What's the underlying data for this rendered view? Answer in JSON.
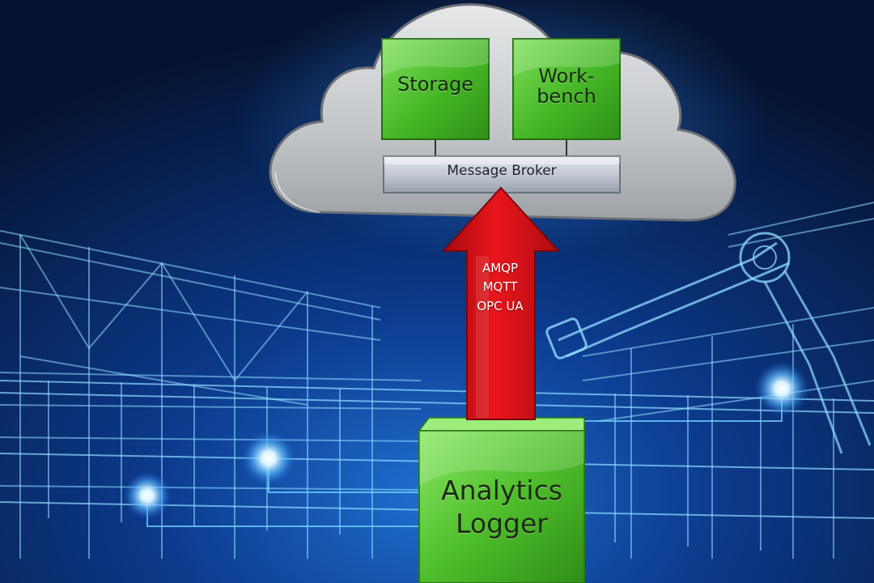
{
  "diagram": {
    "cloud": {
      "storage_label": "Storage",
      "workbench_label": "Work-\nbench",
      "broker_label": "Message Broker"
    },
    "arrow": {
      "protocols_label": "AMQP\nMQTT\nOPC UA"
    },
    "logger": {
      "label": "Analytics\nLogger"
    }
  },
  "colors": {
    "background": "#0a2a6e",
    "cloud": "#c8cacc",
    "module_green": "#4cbf2a",
    "arrow_red": "#d8141a",
    "broker_bar": "#c9ced6",
    "wireframe_glow": "#7fd4ff"
  }
}
